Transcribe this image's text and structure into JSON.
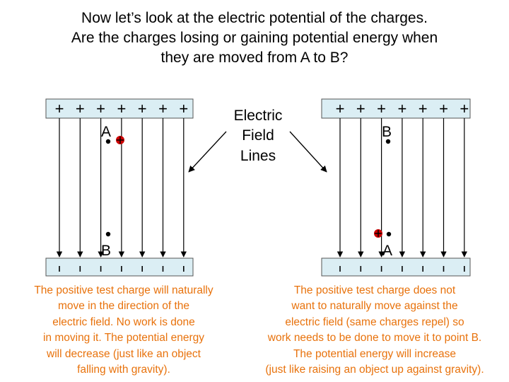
{
  "title": {
    "lines": [
      "Now let’s look at the electric potential of the charges.",
      "Are the charges losing or gaining potential energy when",
      "they are moved from A to B?"
    ]
  },
  "field_label": {
    "lines": [
      "Electric",
      "Field",
      "Lines"
    ]
  },
  "left_panel": {
    "top_label": "A",
    "bottom_label": "B",
    "plate_signs": [
      "+",
      "+",
      "+",
      "+",
      "+",
      "+",
      "+"
    ],
    "caption": [
      "The positive test charge will naturally",
      "move in the direction of the",
      "electric field.  No work is done",
      "in moving it.  The potential energy",
      "will decrease (just like an object",
      "falling with gravity)."
    ]
  },
  "right_panel": {
    "top_label": "B",
    "bottom_label": "A",
    "plate_signs": [
      "+",
      "+",
      "+",
      "+",
      "+",
      "+",
      "+"
    ],
    "caption": [
      "The positive test charge does not",
      "want to naturally move against the",
      "electric field (same charges repel) so",
      "work needs to be done to move it to point B.",
      "The potential energy will increase",
      "(just like raising an object up against gravity)."
    ]
  },
  "colors": {
    "caption": "#e8720c",
    "plate": "#dbeef4",
    "test_charge": "#cc0000",
    "text": "#000000"
  }
}
